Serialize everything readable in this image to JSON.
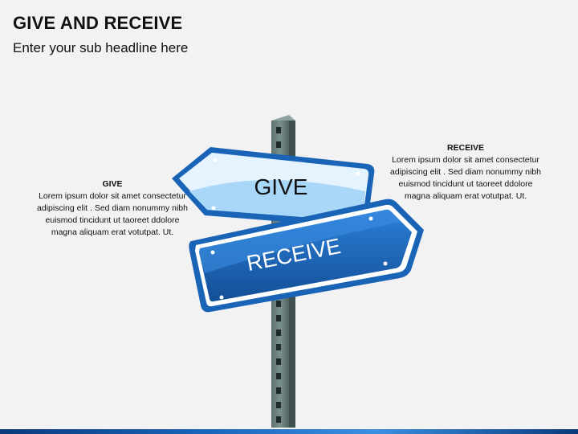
{
  "slide": {
    "title": "GIVE AND RECEIVE",
    "subtitle": "Enter your sub headline here"
  },
  "give": {
    "heading": "GIVE",
    "body": "Lorem ipsum dolor sit amet consectetur adipiscing elit . Sed diam nonummy nibh euismod tincidunt ut taoreet ddolore magna aliquam erat votutpat. Ut."
  },
  "receive": {
    "heading": "RECEIVE",
    "body": "Lorem ipsum dolor sit amet consectetur adipiscing elit . Sed diam nonummy nibh euismod tincidunt ut taoreet ddolore magna aliquam erat votutpat. Ut."
  },
  "signs": {
    "give_label": "GIVE",
    "receive_label": "RECEIVE"
  },
  "colors": {
    "give_sign_fill": "#c9e6fb",
    "give_sign_border": "#1a64b8",
    "receive_sign_fill": "#1d6cc6",
    "receive_sign_dark": "#134f96",
    "post": "#6a7f7c"
  }
}
